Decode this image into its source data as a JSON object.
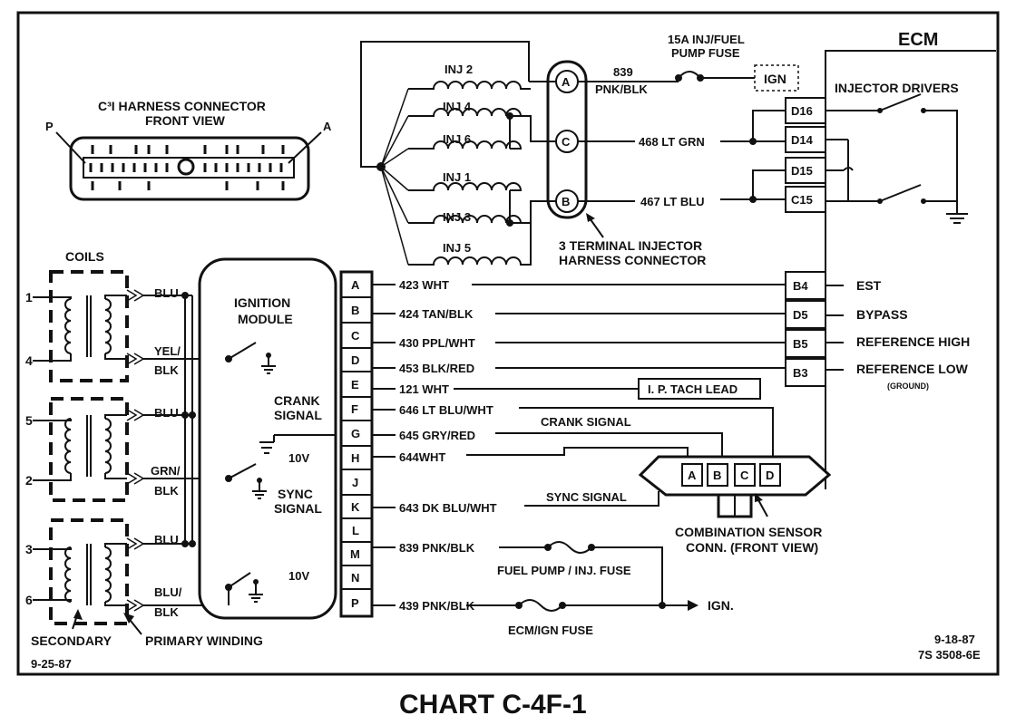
{
  "chart_title": "CHART C-4F-1",
  "dates": {
    "left": "9-25-87",
    "right": "9-18-87",
    "code": "7S 3508-6E"
  },
  "ecm": {
    "title": "ECM",
    "injector_drivers": "INJECTOR DRIVERS",
    "top_pins": [
      "D16",
      "D14",
      "D15",
      "C15"
    ],
    "bottom_pins": [
      {
        "pin": "B4",
        "function": "EST"
      },
      {
        "pin": "D5",
        "function": "BYPASS"
      },
      {
        "pin": "B5",
        "function": "REFERENCE HIGH"
      },
      {
        "pin": "B3",
        "function": "REFERENCE LOW"
      }
    ],
    "ground_note": "(GROUND)"
  },
  "fuse_top": {
    "line1": "15A INJ/FUEL",
    "line2": "PUMP FUSE",
    "ign": "IGN"
  },
  "injector_connector": {
    "pins": [
      "A",
      "C",
      "B"
    ],
    "label_line1": "3 TERMINAL INJECTOR",
    "label_line2": "HARNESS CONNECTOR"
  },
  "injectors": [
    "INJ 2",
    "INJ 4",
    "INJ 6",
    "INJ 1",
    "INJ 3",
    "INJ 5"
  ],
  "injector_wires": [
    {
      "num": "839",
      "color": "PNK/BLK"
    },
    {
      "label": "468 LT GRN"
    },
    {
      "label": "467 LT BLU"
    }
  ],
  "harness": {
    "title_line1": "C³I HARNESS CONNECTOR",
    "title_line2": "FRONT VIEW",
    "left_label": "P",
    "right_label": "A"
  },
  "coils": {
    "title": "COILS",
    "numbers": [
      "1",
      "4",
      "5",
      "2",
      "3",
      "6"
    ],
    "wires": [
      "BLU",
      "YEL/",
      "BLK",
      "BLU",
      "GRN/",
      "BLK",
      "BLU",
      "BLU/",
      "BLK"
    ],
    "secondary": "SECONDARY",
    "primary": "PRIMARY WINDING"
  },
  "ignition_module": {
    "title_line1": "IGNITION",
    "title_line2": "MODULE",
    "crank_line1": "CRANK",
    "crank_line2": "SIGNAL",
    "v10": "10V",
    "sync_line1": "SYNC",
    "sync_line2": "SIGNAL"
  },
  "module_pins": [
    {
      "pin": "A",
      "wire": "423 WHT"
    },
    {
      "pin": "B",
      "wire": "424 TAN/BLK"
    },
    {
      "pin": "C",
      "wire": "430 PPL/WHT"
    },
    {
      "pin": "D",
      "wire": "453 BLK/RED"
    },
    {
      "pin": "E",
      "wire": "121 WHT"
    },
    {
      "pin": "F",
      "wire": "646 LT BLU/WHT"
    },
    {
      "pin": "G",
      "wire": "645 GRY/RED"
    },
    {
      "pin": "H",
      "wire": "644WHT"
    },
    {
      "pin": "J",
      "wire": ""
    },
    {
      "pin": "K",
      "wire": "643 DK BLU/WHT"
    },
    {
      "pin": "L",
      "wire": ""
    },
    {
      "pin": "M",
      "wire": "839 PNK/BLK"
    },
    {
      "pin": "N",
      "wire": ""
    },
    {
      "pin": "P",
      "wire": "439 PNK/BLK"
    }
  ],
  "tach_lead": "I. P. TACH LEAD",
  "crank_signal": "CRANK SIGNAL",
  "sync_signal": "SYNC SIGNAL",
  "combo_sensor": {
    "pins": [
      "A",
      "B",
      "C",
      "D"
    ],
    "label_line1": "COMBINATION SENSOR",
    "label_line2": "CONN. (FRONT VIEW)"
  },
  "fuses": {
    "fuel_pump": "FUEL PUMP / INJ. FUSE",
    "ecm_ign": "ECM/IGN FUSE",
    "ign": "IGN."
  }
}
